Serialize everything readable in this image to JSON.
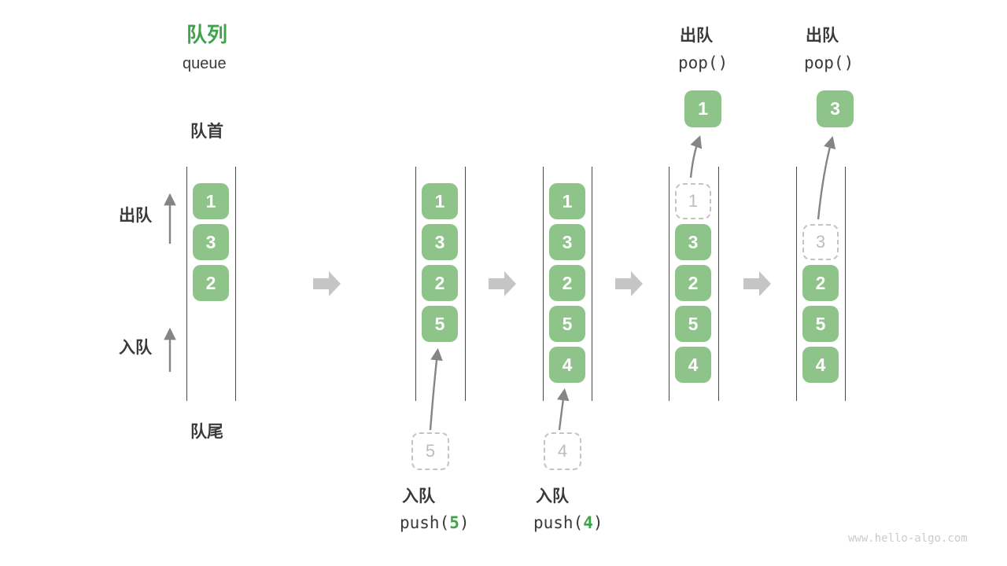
{
  "title": {
    "zh": "队列",
    "en": "queue"
  },
  "side_labels": {
    "front": "队首",
    "rear": "队尾",
    "dequeue": "出队",
    "enqueue": "入队"
  },
  "states": {
    "s1": {
      "boxes": [
        "1",
        "3",
        "2"
      ]
    },
    "s2": {
      "boxes": [
        "1",
        "3",
        "2",
        "5"
      ]
    },
    "s3": {
      "boxes": [
        "1",
        "3",
        "2",
        "5",
        "4"
      ]
    },
    "s4": {
      "ghost": "1",
      "boxes": [
        "3",
        "2",
        "5",
        "4"
      ],
      "popped": "1"
    },
    "s5": {
      "ghost": "3",
      "boxes": [
        "2",
        "5",
        "4"
      ],
      "popped": "3"
    }
  },
  "operations": {
    "push5": {
      "label": "入队",
      "code_pre": "push(",
      "arg": "5",
      "code_post": ")",
      "incoming": "5"
    },
    "push4": {
      "label": "入队",
      "code_pre": "push(",
      "arg": "4",
      "code_post": ")",
      "incoming": "4"
    },
    "pop1": {
      "label": "出队",
      "code": "pop()"
    },
    "pop2": {
      "label": "出队",
      "code": "pop()"
    }
  },
  "watermark": "www.hello-algo.com",
  "colors": {
    "box_green": "#8ec489",
    "title_green": "#3fa34c",
    "code_arg_green": "#3fa34c",
    "text_dark": "#3a3a3a",
    "chevron_gray": "#c5c5c5",
    "thin_arrow_gray": "#858585",
    "ghost_gray": "#c4c4c4",
    "watermark_gray": "#cbcbcb",
    "rail_gray": "#4a4a4a"
  }
}
